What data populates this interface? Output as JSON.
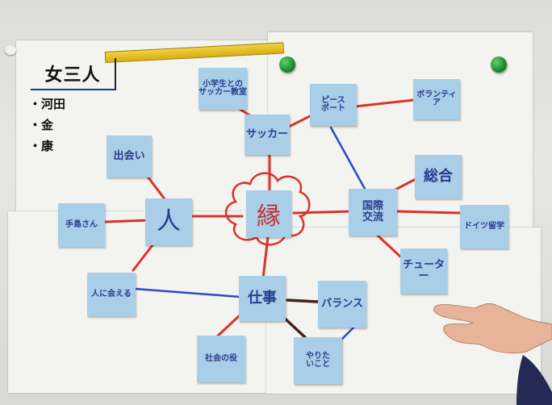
{
  "title": "女三人",
  "members": [
    "河田",
    "金",
    "康"
  ],
  "center_word": "縁",
  "notes": {
    "soccer_class": "小学生との\nサッカー教室",
    "soccer": "サッカー",
    "peace_boat": "ピース\nボート",
    "volunteer": "ボランティア",
    "encounter": "出会い",
    "sogo": "総合",
    "person": "人",
    "international": "国際\n交流",
    "teshima": "手島さん",
    "study_germany": "ドイツ留学",
    "tutor": "チューター",
    "meet_people": "人に会える",
    "work": "仕事",
    "balance": "バランス",
    "social_role": "社会の役",
    "want_to_do": "やりた\nいこと"
  },
  "colors": {
    "paper": "#f3f3f0",
    "note": "#a9cfe8",
    "red_line": "#d9332b",
    "blue_line": "#2c49c9",
    "dark_line": "#4a1f1f"
  }
}
